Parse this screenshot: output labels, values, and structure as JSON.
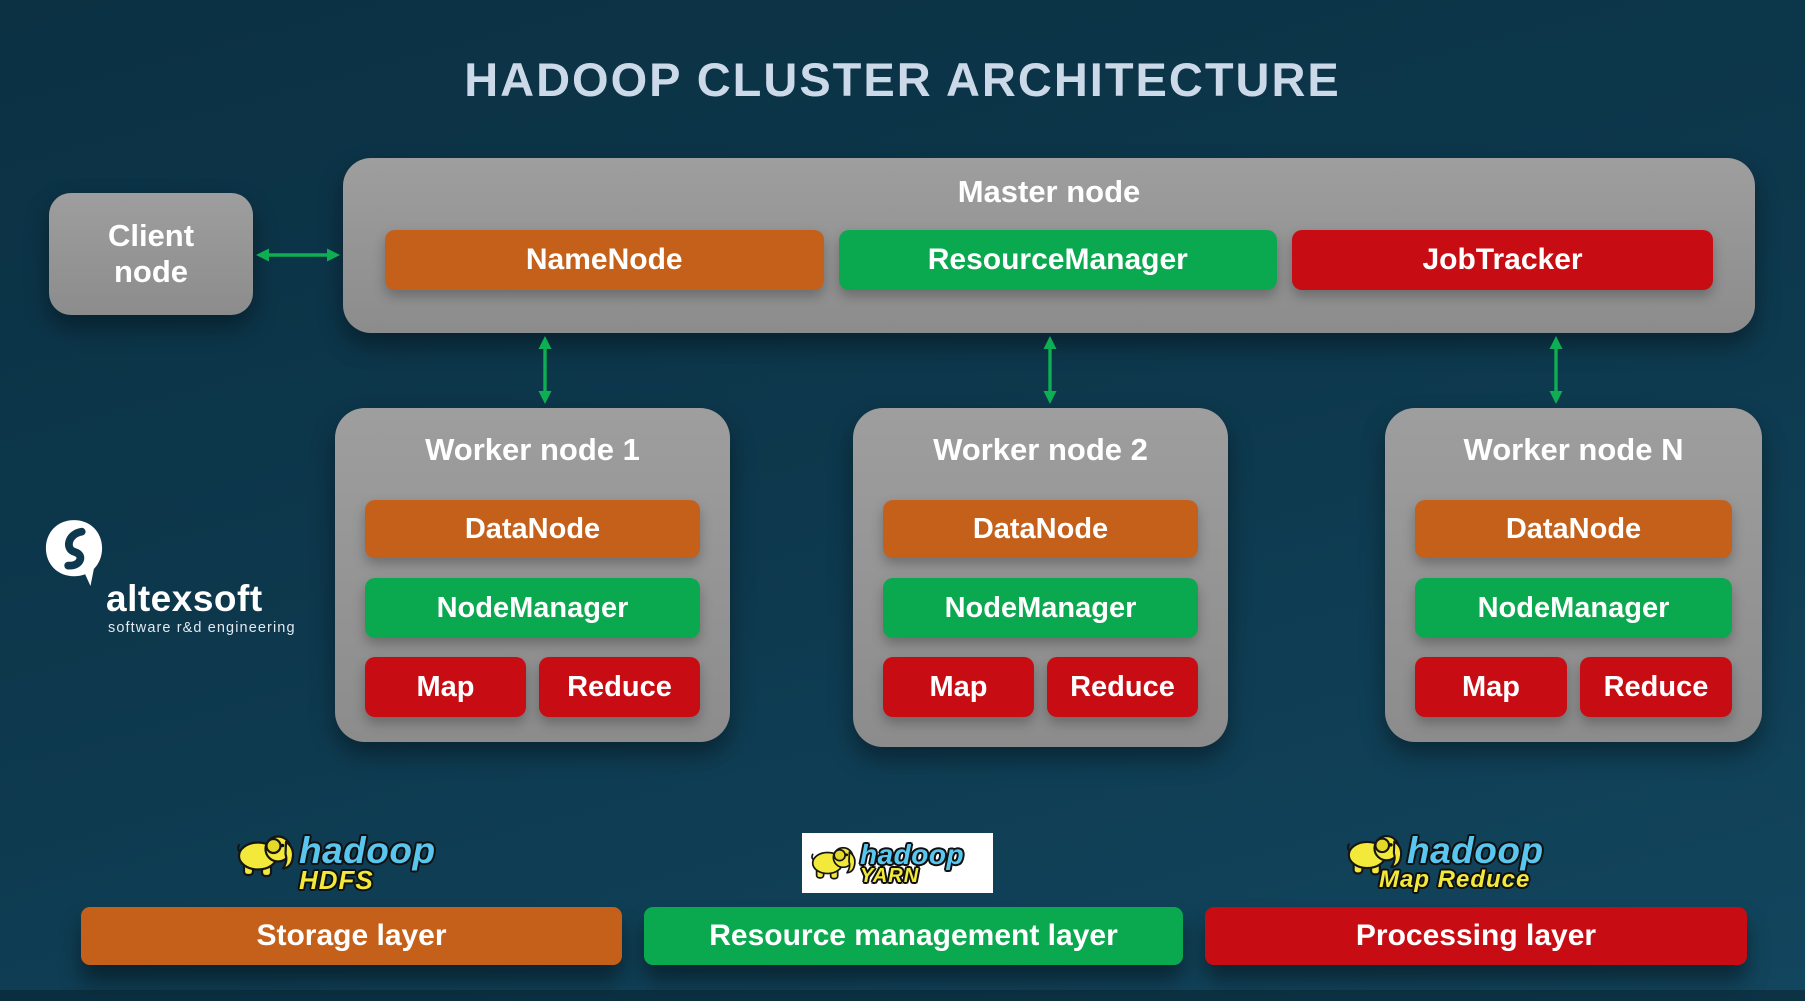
{
  "title": "HADOOP CLUSTER ARCHITECTURE",
  "client": {
    "label": "Client node"
  },
  "master": {
    "label": "Master node",
    "components": [
      {
        "label": "NameNode",
        "color": "orange"
      },
      {
        "label": "ResourceManager",
        "color": "green"
      },
      {
        "label": "JobTracker",
        "color": "red"
      }
    ]
  },
  "workers": [
    {
      "title": "Worker node 1",
      "data_node": "DataNode",
      "node_manager": "NodeManager",
      "map": "Map",
      "reduce": "Reduce"
    },
    {
      "title": "Worker node 2",
      "data_node": "DataNode",
      "node_manager": "NodeManager",
      "map": "Map",
      "reduce": "Reduce"
    },
    {
      "title": "Worker node N",
      "data_node": "DataNode",
      "node_manager": "NodeManager",
      "map": "Map",
      "reduce": "Reduce"
    }
  ],
  "branding": {
    "name": "altexsoft",
    "tagline": "software r&d engineering"
  },
  "logos": [
    {
      "brand": "hadoop",
      "product": "HDFS"
    },
    {
      "brand": "hadoop",
      "product": "YARN"
    },
    {
      "brand": "hadoop",
      "product": "Map Reduce"
    }
  ],
  "layers": [
    {
      "label": "Storage layer",
      "color": "orange"
    },
    {
      "label": "Resource management layer",
      "color": "green"
    },
    {
      "label": "Processing layer",
      "color": "red"
    }
  ],
  "colors": {
    "background": "#0d384d",
    "node_gray": "#969696",
    "orange": "#c5601a",
    "green": "#0ba94f",
    "red": "#c70d13",
    "arrow_green": "#0eae52",
    "title_text": "#ccd9e8",
    "hadoop_blue": "#58c6ee",
    "hadoop_yellow": "#f2e93b",
    "elephant_yellow": "#f2e93b"
  }
}
